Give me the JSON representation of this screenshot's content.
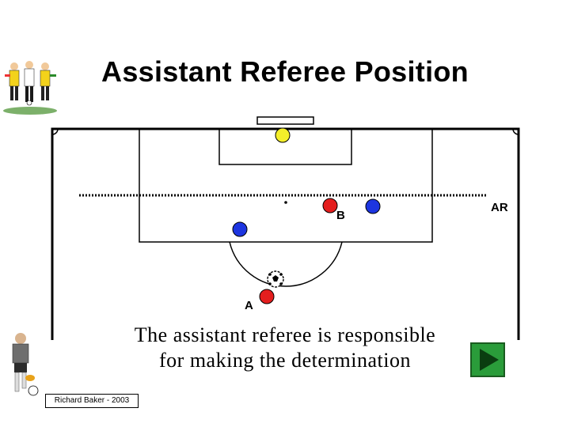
{
  "slide": {
    "title": "Assistant Referee Position",
    "caption_line1": "The assistant referee is responsible",
    "caption_line2": "for making the determination",
    "credit": "Richard Baker - 2003"
  },
  "diagram": {
    "labels": {
      "assistant_referee": "AR",
      "player_b": "B",
      "player_a": "A"
    },
    "players": [
      {
        "id": "goalkeeper",
        "color": "#f4ee2a"
      },
      {
        "id": "player-b-attacker",
        "color": "#e41e1e"
      },
      {
        "id": "defender-right",
        "color": "#1d35e0"
      },
      {
        "id": "defender-left",
        "color": "#1d35e0"
      },
      {
        "id": "player-a-attacker",
        "color": "#e41e1e"
      }
    ],
    "offside_line_style": "dotted"
  },
  "controls": {
    "next_icon": "play-triangle-icon",
    "next_color": "#2a9c3a"
  }
}
